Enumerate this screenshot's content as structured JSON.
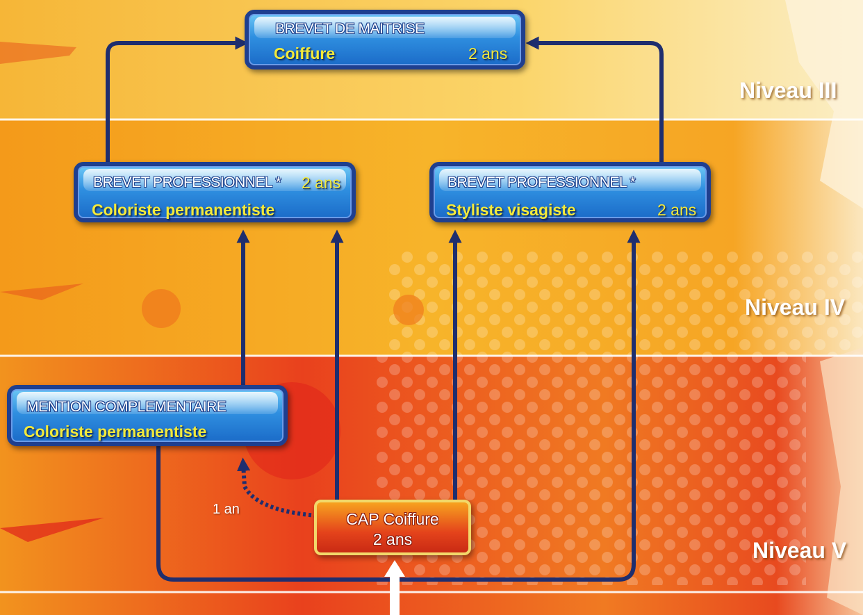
{
  "levels": {
    "level_3": "Niveau III",
    "level_4": "Niveau IV",
    "level_5": "Niveau V"
  },
  "boxes": {
    "maitrise": {
      "header": "BREVET DE MAITRISE",
      "name": "Coiffure",
      "duration": "2 ans"
    },
    "bp_coloriste": {
      "header": "BREVET PROFESSIONNEL *",
      "duration": "2 ans",
      "name": "Coloriste permanentiste"
    },
    "bp_styliste": {
      "header": "BREVET PROFESSIONNEL *",
      "name": "Styliste visagiste",
      "duration": "2 ans"
    },
    "mention": {
      "header": "MENTION COMPLEMENTAIRE",
      "name": "Coloriste permanentiste"
    },
    "cap": {
      "name": "CAP Coiffure",
      "duration": "2 ans"
    }
  },
  "notes": {
    "mention_duration": "1 an"
  },
  "colors": {
    "connector": "#1f2e6e",
    "band_top": "#f9c94a",
    "band_middle": "#f4a018",
    "band_bottom": "#e8561c",
    "box_blue": "#2f8fe0",
    "box_text_yellow": "#f3ea3a"
  }
}
